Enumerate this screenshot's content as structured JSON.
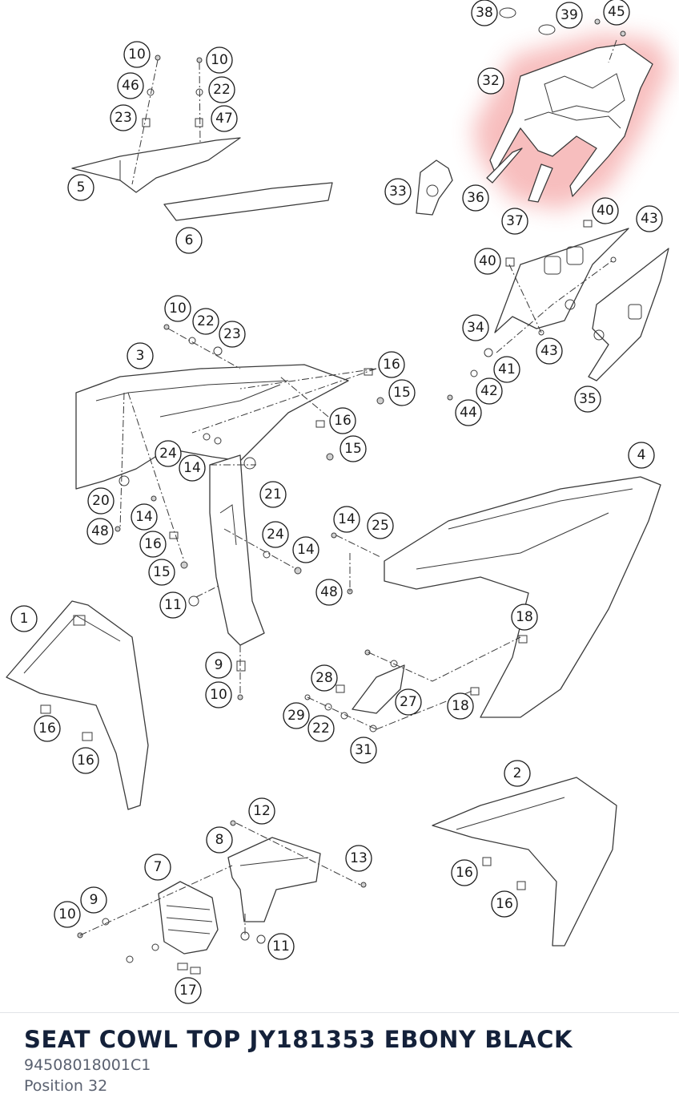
{
  "colors": {
    "highlight": "#ee6f6f",
    "title": "#14213a",
    "subtext": "#5a6170",
    "line": "#3a3a3a"
  },
  "callouts": [
    {
      "label": "38"
    },
    {
      "label": "39"
    },
    {
      "label": "45"
    },
    {
      "label": "32"
    },
    {
      "label": "33"
    },
    {
      "label": "36"
    },
    {
      "label": "37"
    },
    {
      "label": "40"
    },
    {
      "label": "43"
    },
    {
      "label": "40"
    },
    {
      "label": "34"
    },
    {
      "label": "43"
    },
    {
      "label": "41"
    },
    {
      "label": "42"
    },
    {
      "label": "44"
    },
    {
      "label": "35"
    },
    {
      "label": "10"
    },
    {
      "label": "10"
    },
    {
      "label": "46"
    },
    {
      "label": "22"
    },
    {
      "label": "23"
    },
    {
      "label": "47"
    },
    {
      "label": "5"
    },
    {
      "label": "6"
    },
    {
      "label": "10"
    },
    {
      "label": "22"
    },
    {
      "label": "23"
    },
    {
      "label": "3"
    },
    {
      "label": "16"
    },
    {
      "label": "15"
    },
    {
      "label": "16"
    },
    {
      "label": "15"
    },
    {
      "label": "24"
    },
    {
      "label": "14"
    },
    {
      "label": "21"
    },
    {
      "label": "20"
    },
    {
      "label": "14"
    },
    {
      "label": "48"
    },
    {
      "label": "16"
    },
    {
      "label": "15"
    },
    {
      "label": "24"
    },
    {
      "label": "14"
    },
    {
      "label": "14"
    },
    {
      "label": "25"
    },
    {
      "label": "48"
    },
    {
      "label": "4"
    },
    {
      "label": "11"
    },
    {
      "label": "1"
    },
    {
      "label": "18"
    },
    {
      "label": "9"
    },
    {
      "label": "10"
    },
    {
      "label": "28"
    },
    {
      "label": "27"
    },
    {
      "label": "18"
    },
    {
      "label": "29"
    },
    {
      "label": "22"
    },
    {
      "label": "31"
    },
    {
      "label": "16"
    },
    {
      "label": "16"
    },
    {
      "label": "2"
    },
    {
      "label": "12"
    },
    {
      "label": "8"
    },
    {
      "label": "13"
    },
    {
      "label": "7"
    },
    {
      "label": "16"
    },
    {
      "label": "16"
    },
    {
      "label": "9"
    },
    {
      "label": "10"
    },
    {
      "label": "11"
    },
    {
      "label": "17"
    }
  ],
  "part": {
    "name": "SEAT COWL TOP JY181353 EBONY BLACK",
    "number": "94508018001C1",
    "position": "Position 32"
  }
}
